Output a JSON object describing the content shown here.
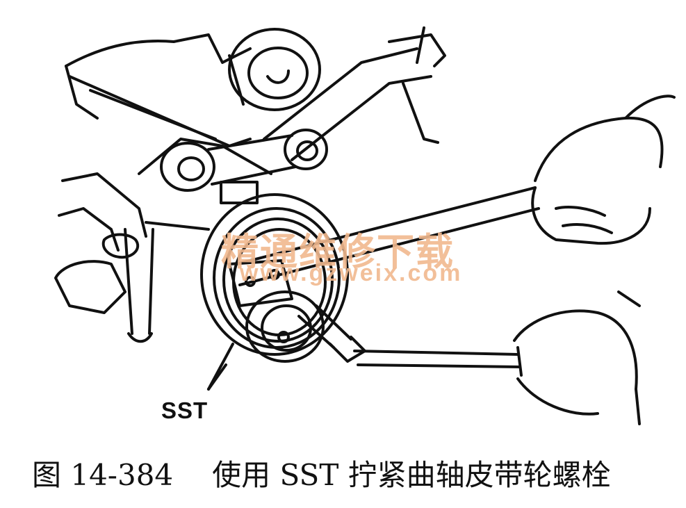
{
  "image": {
    "label": "SST",
    "watermark_cn": "精通维修下载",
    "watermark_url": "www.gzweix.com"
  },
  "caption": {
    "figure_number": "图 14-384",
    "text": "使用 SST 拧紧曲轴皮带轮螺栓"
  },
  "colors": {
    "line": "#111111",
    "watermark": "#f1b98f",
    "background": "#ffffff"
  }
}
